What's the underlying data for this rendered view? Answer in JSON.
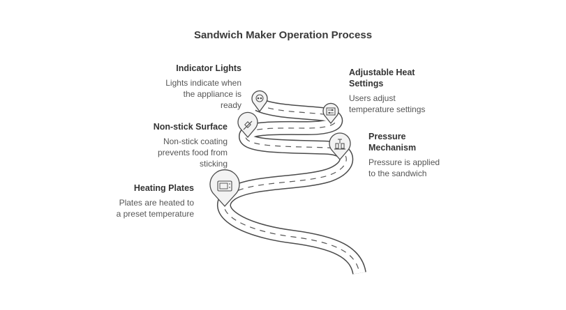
{
  "title": "Sandwich Maker Operation Process",
  "steps": [
    {
      "title": "Indicator Lights",
      "lines": [
        "Lights indicate when",
        "the appliance is",
        "ready"
      ],
      "icon": "light-icon"
    },
    {
      "title_lines": [
        "Adjustable Heat",
        "Settings"
      ],
      "lines": [
        "Users adjust",
        "temperature settings"
      ],
      "icon": "slider-icon"
    },
    {
      "title": "Non-stick Surface",
      "lines": [
        "Non-stick coating",
        "prevents food from",
        "sticking"
      ],
      "icon": "spatula-icon"
    },
    {
      "title_lines": [
        "Pressure",
        "Mechanism"
      ],
      "lines": [
        "Pressure is applied",
        "to the sandwich"
      ],
      "icon": "press-icon"
    },
    {
      "title": "Heating Plates",
      "lines": [
        "Plates are heated to",
        "a preset temperature"
      ],
      "icon": "plate-icon"
    }
  ],
  "colors": {
    "road_outline": "#4a4a4a",
    "road_fill": "#ffffff",
    "marker_fill": "#f3f3f3"
  }
}
